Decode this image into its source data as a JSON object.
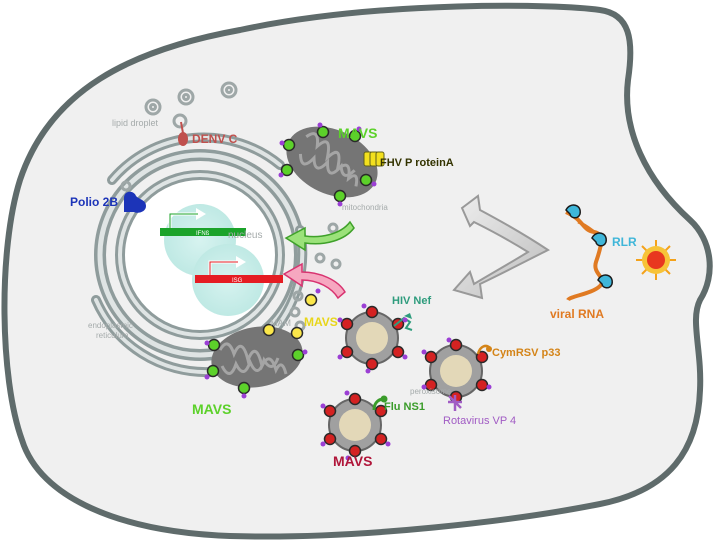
{
  "labels": {
    "lipid_droplet": "lipid  droplet",
    "denv": "DENV  C",
    "mavs_top": "MAVS",
    "fhv": "FHV P  roteinA",
    "mitochondria": "mitochondria",
    "polio": "Polio  2B",
    "nucleus": "nucleus",
    "ifnb": "IFNß",
    "isg": "ISG",
    "rlr": "RLR",
    "viral_rna": "viral RNA",
    "hiv": "HIV  Nef",
    "mam": "MAM",
    "mavs_mam": "MAVS",
    "er_line1": "endoplasmic",
    "er_line2": "reticulum",
    "cymrsv": "CymRSV  p33",
    "peroxisome": "peroxisome",
    "mavs_left": "MAVS",
    "flu": "Flu  NS1",
    "rotavirus": "Rotavirus VP 4",
    "mavs_bottom": "MAVS"
  },
  "colors": {
    "cell_fill": "#f0f0f0",
    "cell_stroke": "#5f6b6b",
    "mavs_green": "#5cd12a",
    "mavs_red": "#b0163a",
    "denv": "#c0504d",
    "polio": "#1c34b8",
    "ifnb_bar": "#1ba32a",
    "isg_bar": "#e51c23",
    "rlr": "#3fb6d9",
    "viral_rna": "#e07a22",
    "hiv": "#2e9c7d",
    "cymrsv": "#d48418",
    "flu": "#3a9c2a",
    "rotavirus": "#a15cc4"
  }
}
